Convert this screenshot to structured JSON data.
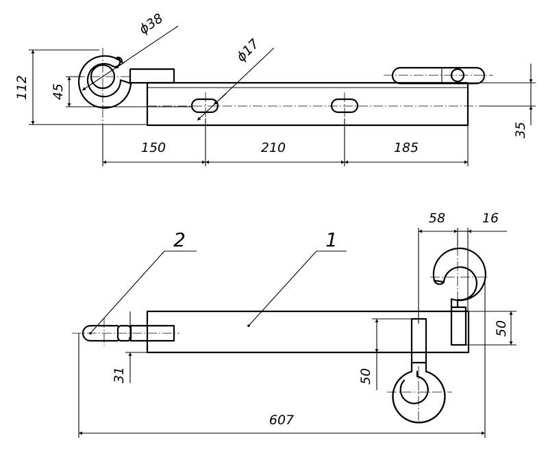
{
  "colors": {
    "line": "#000000",
    "background": "#ffffff"
  },
  "top_view": {
    "dims": {
      "height_total": "112",
      "height_hole": "45",
      "hook_diameter": "ϕ38",
      "slot_diameter": "ϕ17",
      "seg1": "150",
      "seg2": "210",
      "seg3": "185",
      "side_offset": "35"
    }
  },
  "bottom_view": {
    "dims": {
      "top_w1": "58",
      "top_w2": "16",
      "right_h": "50",
      "mid_h": "50",
      "left_h": "31",
      "total_len": "607"
    },
    "part_labels": {
      "body": "1",
      "latch": "2"
    }
  }
}
